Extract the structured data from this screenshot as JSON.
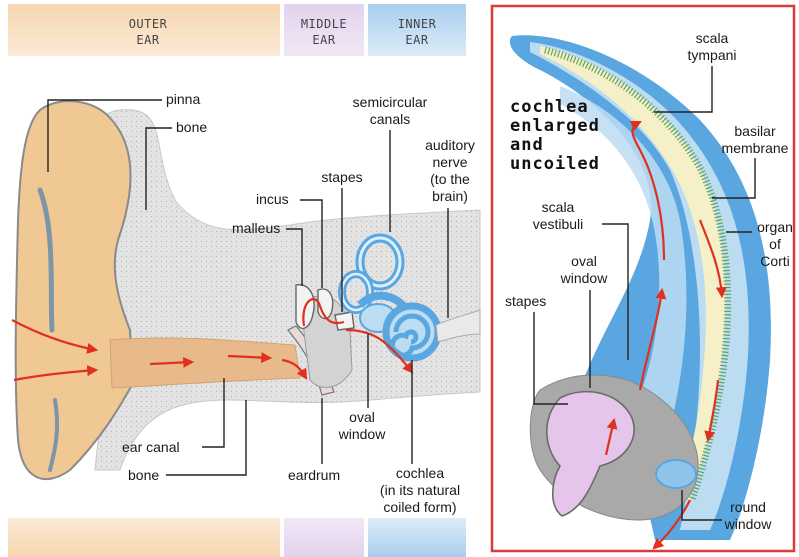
{
  "colors": {
    "outer_band": "#f3c99b",
    "middle_band": "#d9c6e4",
    "inner_band": "#9fc6ea",
    "skin": "#f0c893",
    "bone": "#e6e6e6",
    "canal": "#e8b98a",
    "fluid_blue": "#5aa6e0",
    "pale_blue": "#bcdcf2",
    "organ_green": "#5da35d",
    "basilar": "#f5f0c8",
    "arrow": "#e0301e",
    "panel_border": "#d93a3a"
  },
  "headers": {
    "outer": [
      "OUTER",
      "EAR"
    ],
    "middle": [
      "MIDDLE",
      "EAR"
    ],
    "inner": [
      "INNER",
      "EAR"
    ]
  },
  "labels": {
    "pinna": "pinna",
    "bone_top": "bone",
    "semicircular": [
      "semicircular",
      "canals"
    ],
    "auditory": [
      "auditory",
      "nerve",
      "(to the",
      "brain)"
    ],
    "stapes": "stapes",
    "incus": "incus",
    "malleus": "malleus",
    "ear_canal": "ear canal",
    "bone_bottom": "bone",
    "eardrum": "eardrum",
    "oval_window": [
      "oval",
      "window"
    ],
    "cochlea": [
      "cochlea",
      "(in its natural",
      "coiled form)"
    ]
  },
  "right_panel": {
    "title": [
      "cochlea",
      "enlarged",
      "and",
      "uncoiled"
    ],
    "scala_tympani": [
      "scala",
      "tympani"
    ],
    "basilar_membrane": [
      "basilar",
      "membrane"
    ],
    "organ_of_corti": [
      "organ",
      "of",
      "Corti"
    ],
    "scala_vestibuli": [
      "scala",
      "vestibuli"
    ],
    "oval_window": [
      "oval",
      "window"
    ],
    "stapes": "stapes",
    "round_window": [
      "round",
      "window"
    ]
  }
}
